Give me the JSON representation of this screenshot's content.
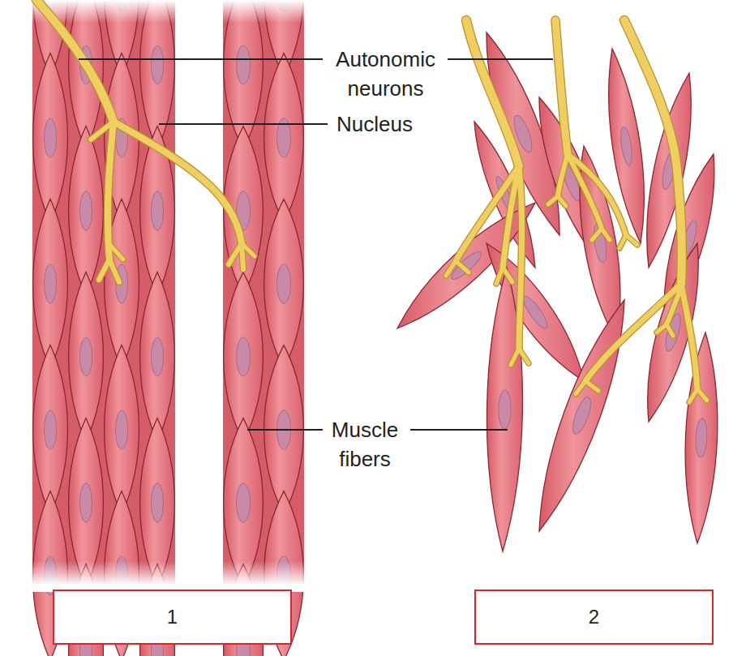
{
  "diagram": {
    "nodes": [
      {
        "text": [
          "1"
        ]
      },
      {
        "text": [
          "2"
        ]
      }
    ],
    "labels": [
      "Autonomic neurons",
      "Nucleus",
      "Muscle fibers"
    ]
  }
}
